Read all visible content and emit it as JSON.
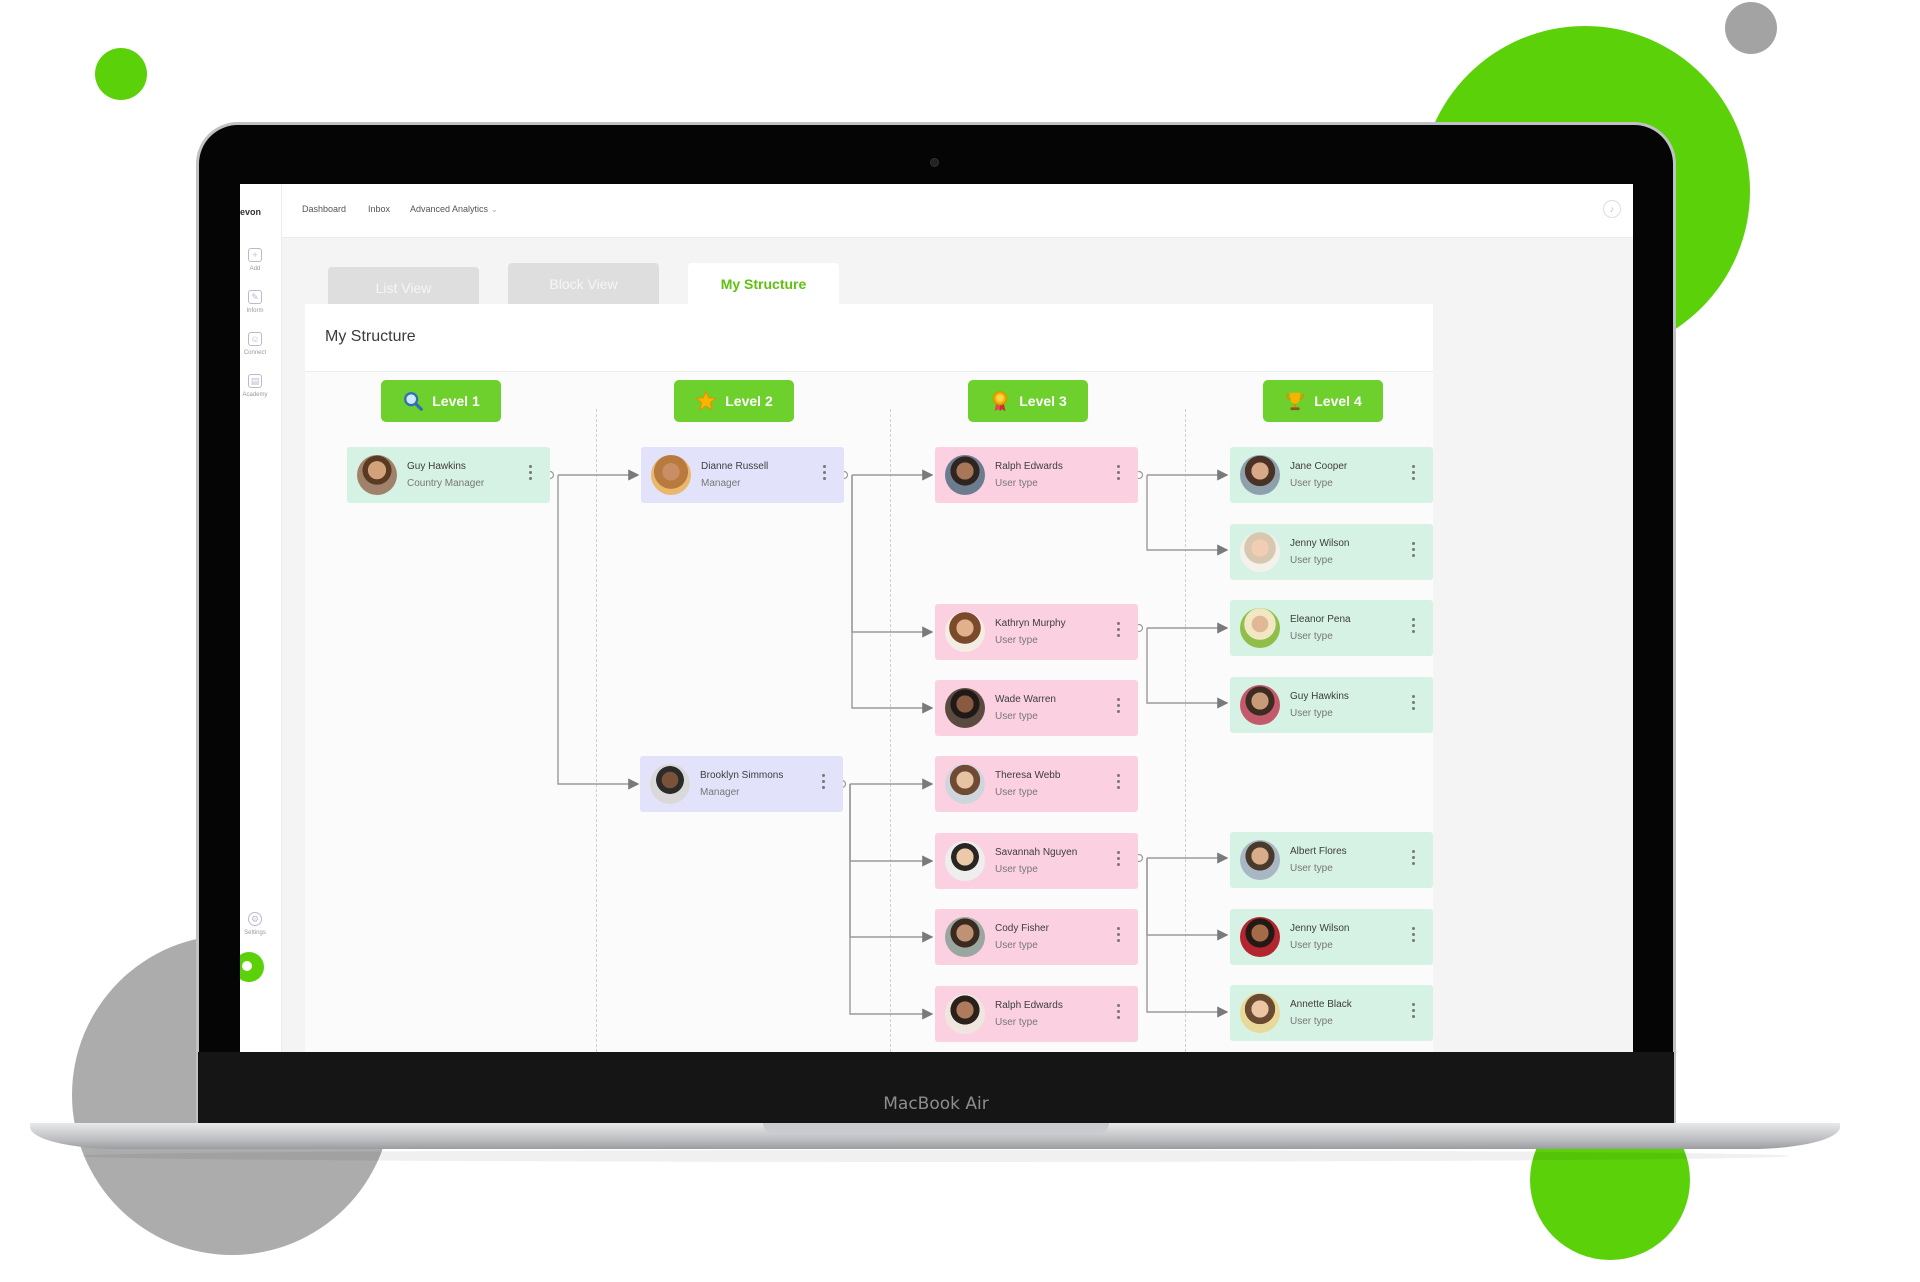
{
  "device": {
    "label": "MacBook Air"
  },
  "app": {
    "logo_text": "evon"
  },
  "sidebar": {
    "items": [
      {
        "label": "Add",
        "icon": "plus-icon"
      },
      {
        "label": "Inform",
        "icon": "edit-icon"
      },
      {
        "label": "Connect",
        "icon": "people-icon"
      },
      {
        "label": "Academy",
        "icon": "book-icon"
      },
      {
        "label": "Settings",
        "icon": "gear-icon"
      }
    ]
  },
  "header": {
    "nav": [
      "Dashboard",
      "Inbox",
      "Advanced Analytics"
    ],
    "dropdown_caret": "⌄"
  },
  "tabs": [
    {
      "label": "List View",
      "active": false
    },
    {
      "label": "Block View",
      "active": false
    },
    {
      "label": "My Structure",
      "active": true
    }
  ],
  "structure": {
    "title": "My Structure",
    "levels": [
      {
        "label": "Level 1",
        "icon": "magnifier-icon"
      },
      {
        "label": "Level 2",
        "icon": "star-icon"
      },
      {
        "label": "Level 3",
        "icon": "medal-icon"
      },
      {
        "label": "Level 4",
        "icon": "trophy-icon"
      }
    ],
    "level1": [
      {
        "name": "Guy Hawkins",
        "role": "Country Manager"
      }
    ],
    "level2": [
      {
        "name": "Dianne Russell",
        "role": "Manager"
      },
      {
        "name": "Brooklyn Simmons",
        "role": "Manager"
      }
    ],
    "level3": [
      {
        "name": "Ralph Edwards",
        "role": "User type"
      },
      {
        "name": "Kathryn Murphy",
        "role": "User type"
      },
      {
        "name": "Wade Warren",
        "role": "User type"
      },
      {
        "name": "Theresa Webb",
        "role": "User type"
      },
      {
        "name": "Savannah Nguyen",
        "role": "User type"
      },
      {
        "name": "Cody Fisher",
        "role": "User type"
      },
      {
        "name": "Ralph Edwards",
        "role": "User type"
      }
    ],
    "level4": [
      {
        "name": "Jane Cooper",
        "role": "User type"
      },
      {
        "name": "Jenny Wilson",
        "role": "User type"
      },
      {
        "name": "Eleanor Pena",
        "role": "User type"
      },
      {
        "name": "Guy Hawkins",
        "role": "User type"
      },
      {
        "name": "Albert Flores",
        "role": "User type"
      },
      {
        "name": "Jenny Wilson",
        "role": "User type"
      },
      {
        "name": "Annette Black",
        "role": "User type"
      }
    ]
  },
  "colors": {
    "accent": "#6ed02c",
    "card_green": "#d6f2e4",
    "card_purple": "#e2e2fb",
    "card_pink": "#fbd1e1"
  }
}
